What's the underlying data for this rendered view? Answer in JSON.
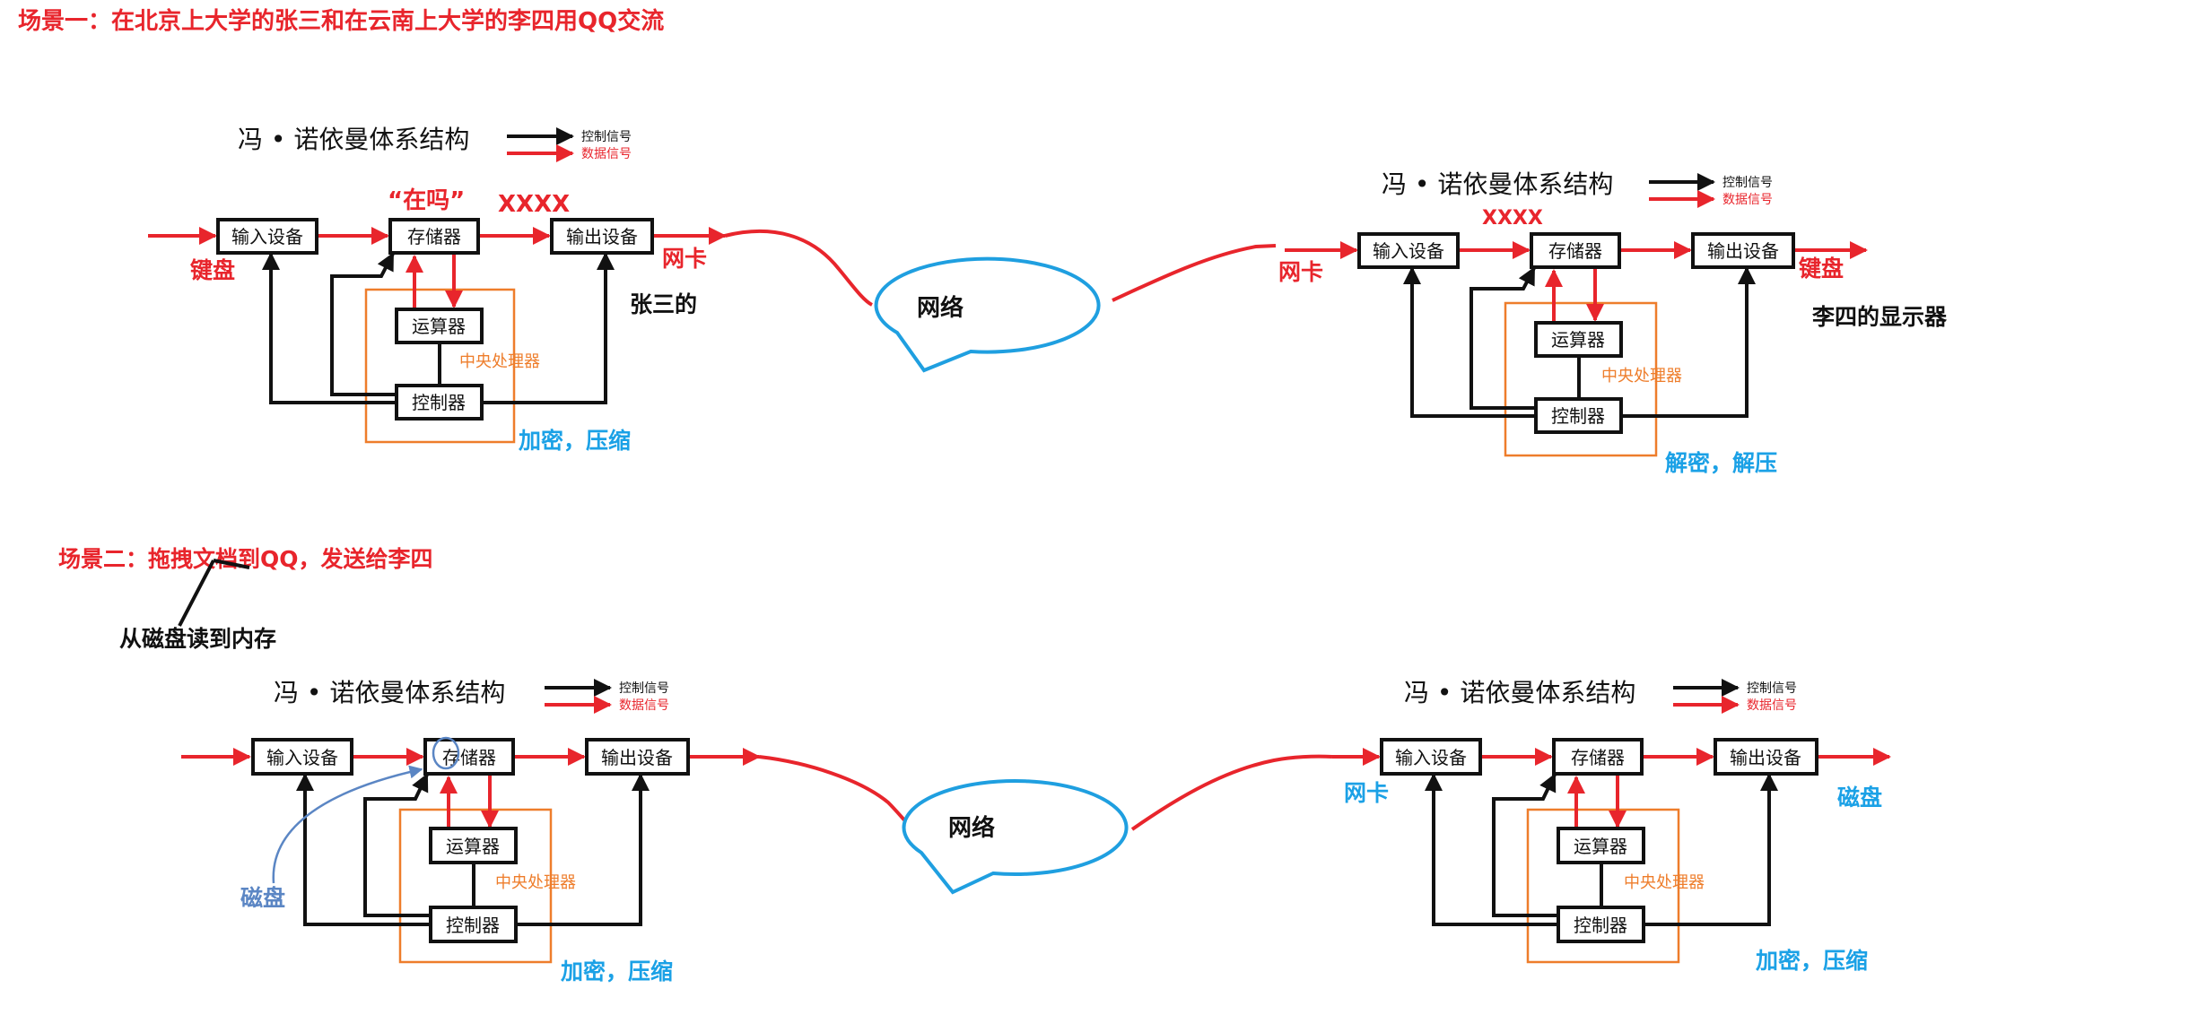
{
  "scene1": {
    "title": "场景一：在北京上大学的张三和在云南上大学的李四用QQ交流",
    "left": {
      "arch_title": "冯 • 诺依曼体系结构",
      "legend_control": "控制信号",
      "legend_data": "数据信号",
      "input_device": "输入设备",
      "memory": "存储器",
      "output_device": "输出设备",
      "alu": "运算器",
      "controller": "控制器",
      "cpu": "中央处理器",
      "msg_label": "“在吗”",
      "xxxx": "XXXX",
      "input_label": "键盘",
      "output_label": "网卡",
      "owner_label": "张三的",
      "process_label": "加密，压缩"
    },
    "network": "网络",
    "right": {
      "arch_title": "冯 • 诺依曼体系结构",
      "legend_control": "控制信号",
      "legend_data": "数据信号",
      "input_device": "输入设备",
      "memory": "存储器",
      "output_device": "输出设备",
      "alu": "运算器",
      "controller": "控制器",
      "cpu": "中央处理器",
      "xxxx": "XXXX",
      "input_label": "网卡",
      "output_label": "键盘",
      "owner_label": "李四的显示器",
      "process_label": "解密，解压"
    }
  },
  "scene2": {
    "title": "场景二：拖拽文档到QQ，发送给李四",
    "note": "从磁盘读到内存",
    "left": {
      "arch_title": "冯 • 诺依曼体系结构",
      "legend_control": "控制信号",
      "legend_data": "数据信号",
      "input_device": "输入设备",
      "memory": "存储器",
      "output_device": "输出设备",
      "alu": "运算器",
      "controller": "控制器",
      "cpu": "中央处理器",
      "disk_label": "磁盘",
      "process_label": "加密，压缩"
    },
    "network": "网络",
    "right": {
      "arch_title": "冯 • 诺依曼体系结构",
      "legend_control": "控制信号",
      "legend_data": "数据信号",
      "input_device": "输入设备",
      "memory": "存储器",
      "output_device": "输出设备",
      "alu": "运算器",
      "controller": "控制器",
      "cpu": "中央处理器",
      "input_label": "网卡",
      "output_label": "磁盘",
      "process_label": "加密，压缩"
    }
  },
  "colors": {
    "red": "#e8252c",
    "blue": "#1ba1e6",
    "orange": "#ee7d2b",
    "black": "#111111",
    "network_stroke": "#1f9fe0",
    "disk_blue": "#5b86c4"
  }
}
